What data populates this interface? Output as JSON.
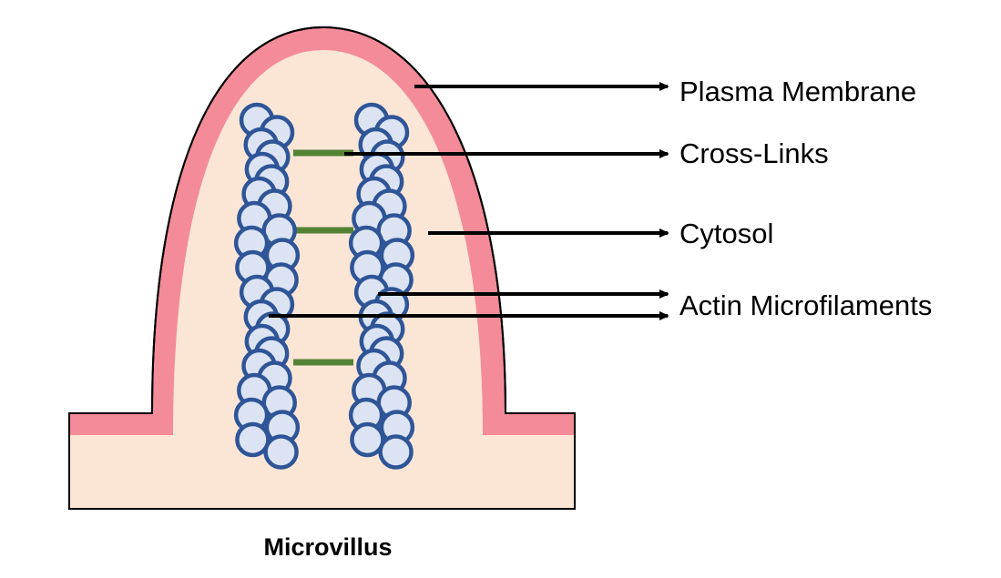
{
  "caption": "Microvillus",
  "labels": {
    "plasma_membrane": "Plasma Membrane",
    "cross_links": "Cross-Links",
    "cytosol": "Cytosol",
    "actin_microfilaments": "Actin Microfilaments"
  },
  "colors": {
    "membrane": "#f48b99",
    "cytosol": "#fbe6d6",
    "outline": "#000000",
    "actin_fill": "#dce4f4",
    "actin_stroke": "#2f5597",
    "cross_link": "#548235",
    "arrow": "#000000"
  },
  "icons": {
    "arrow_head": "arrowhead-icon"
  }
}
